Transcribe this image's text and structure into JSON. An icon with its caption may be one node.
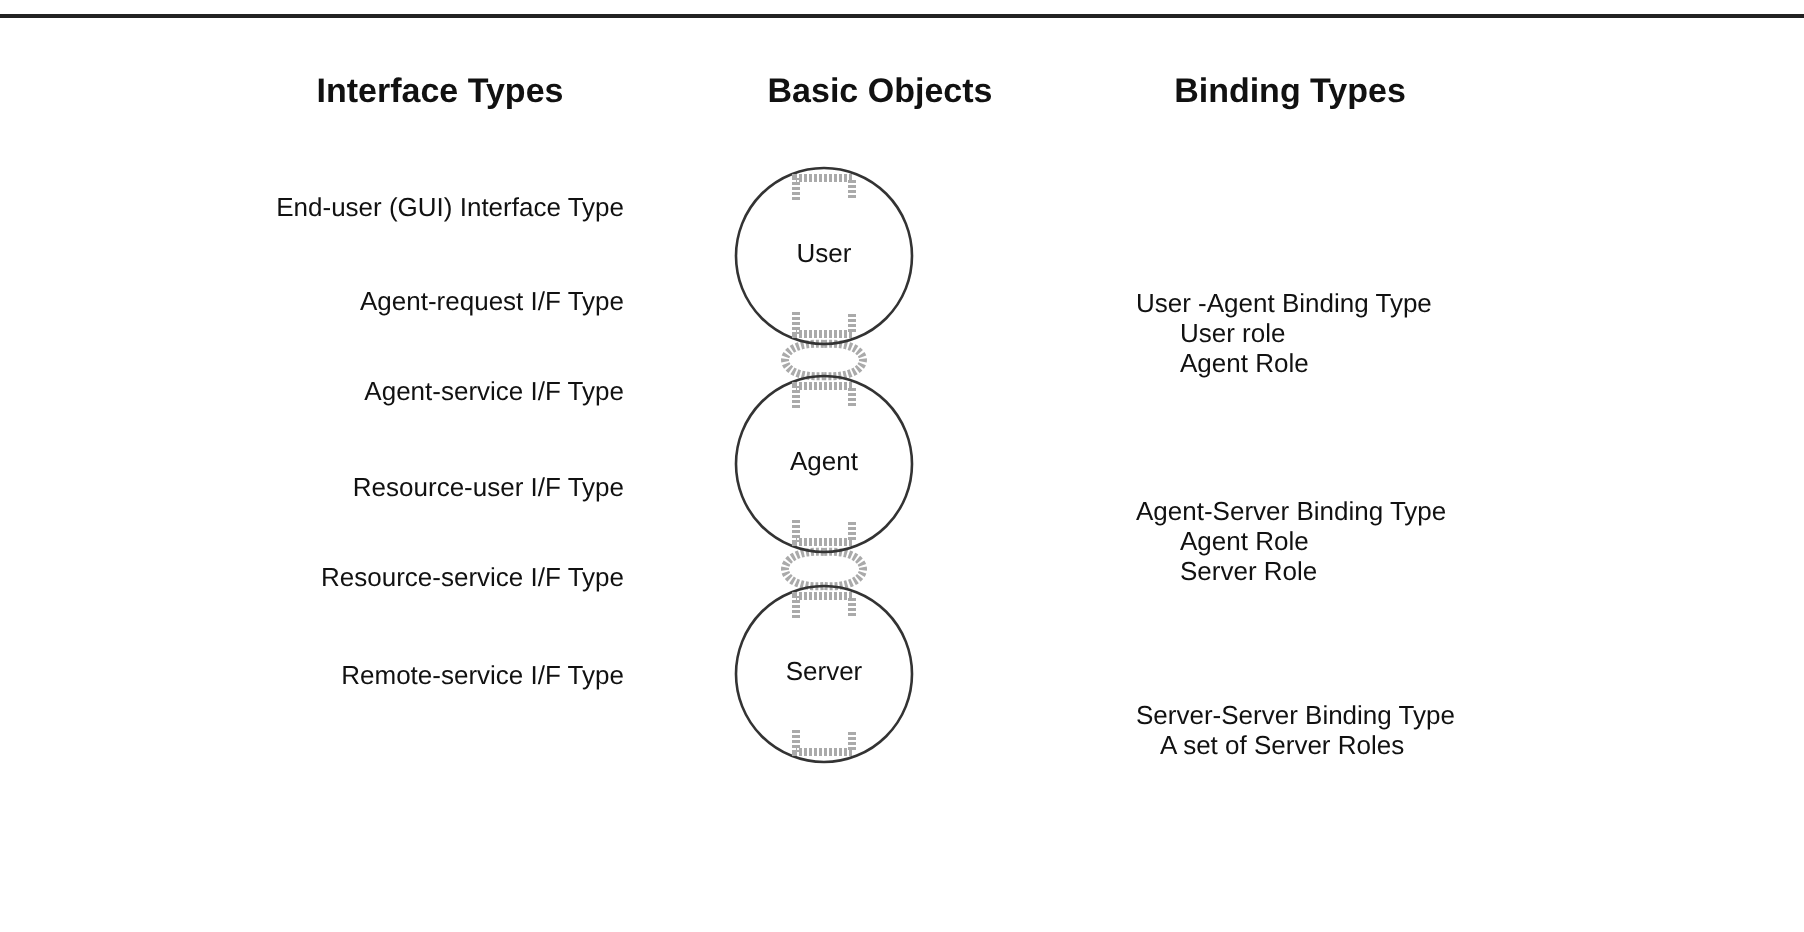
{
  "diagram": {
    "nodes": [
      {
        "text": [
          "User"
        ]
      },
      {
        "text": [
          "Agent"
        ]
      },
      {
        "text": [
          "Server"
        ]
      }
    ],
    "edges": [
      {
        "from": 0,
        "to": 1,
        "arrow": "none"
      },
      {
        "from": 1,
        "to": 2,
        "arrow": "none"
      }
    ],
    "labels": [
      "Interface Types",
      "Basic Objects",
      "Binding Types",
      "End-user (GUI) Interface Type",
      "Agent-request I/F Type",
      "Agent-service I/F Type",
      "Resource-user I/F Type",
      "Resource-service I/F Type",
      "Remote-service I/F Type",
      "User -Agent Binding Type",
      "User role",
      "Agent Role",
      "Agent-Server Binding Type",
      "Agent Role",
      "Server Role",
      "Server-Server Binding Type",
      "A set of Server Roles"
    ]
  }
}
